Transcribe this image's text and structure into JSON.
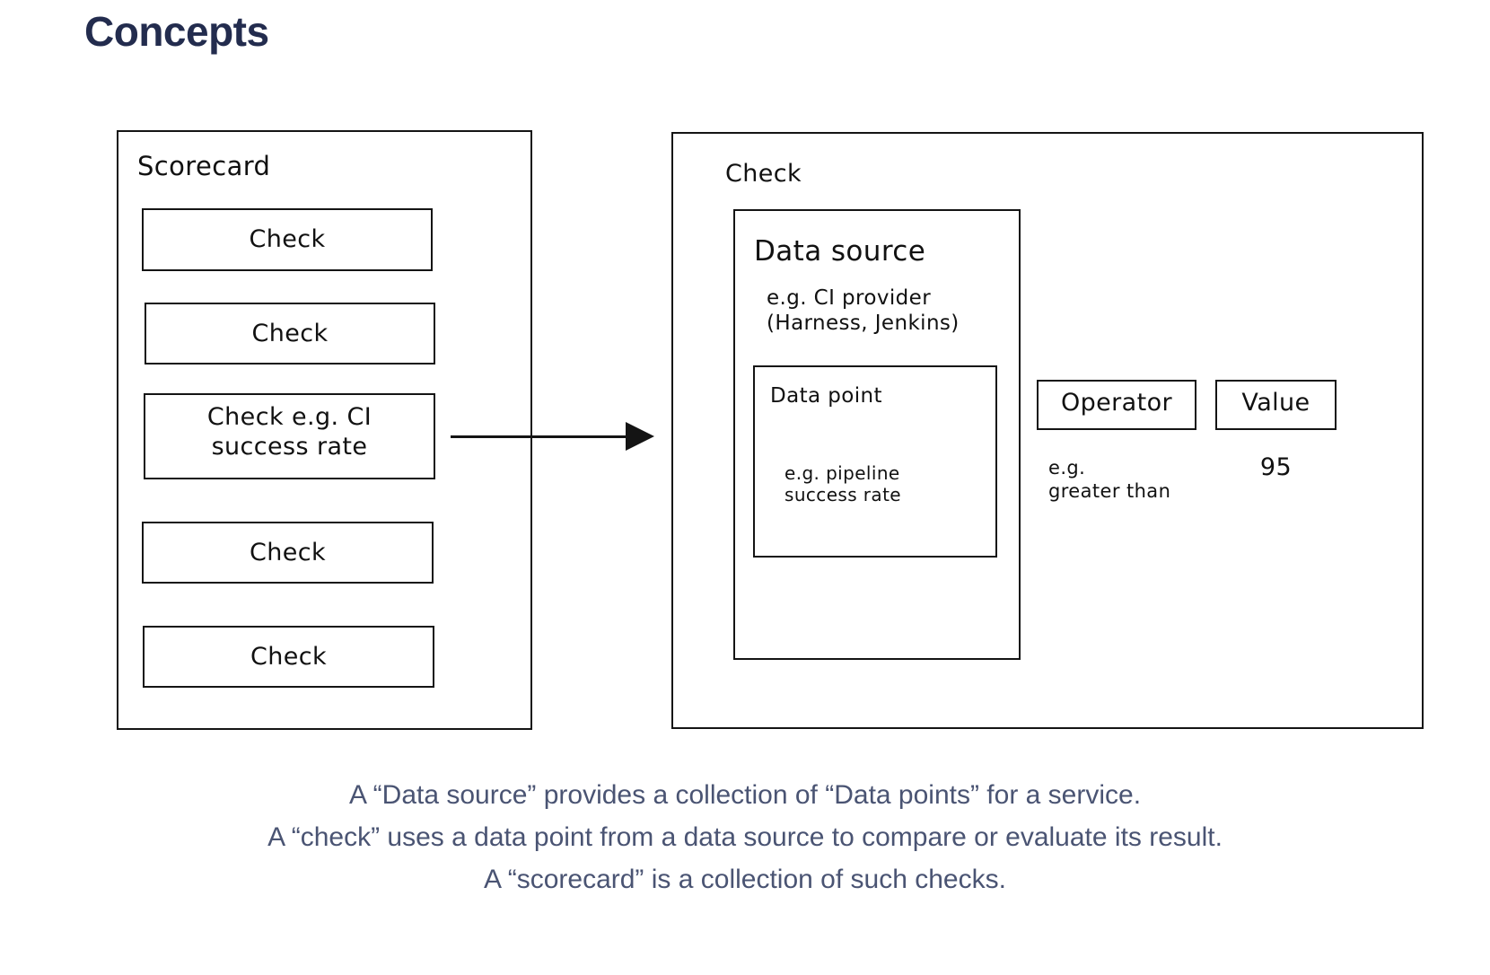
{
  "page": {
    "title": "Concepts",
    "title_color": "#232c4e",
    "background": "#ffffff",
    "stroke_color": "#141414",
    "caption_color": "#4a5473"
  },
  "scorecard_panel": {
    "title": "Scorecard",
    "checks": [
      {
        "label": "Check"
      },
      {
        "label": "Check"
      },
      {
        "label": "Check e.g. CI\nsuccess rate"
      },
      {
        "label": "Check"
      },
      {
        "label": "Check"
      }
    ]
  },
  "check_panel": {
    "title": "Check",
    "data_source": {
      "title": "Data source",
      "note": "e.g. CI provider\n(Harness, Jenkins)",
      "data_point": {
        "title": "Data point",
        "note": "e.g. pipeline\nsuccess rate"
      }
    },
    "operator": {
      "label": "Operator",
      "note": "e.g.\ngreater than"
    },
    "value": {
      "label": "Value",
      "note": "95"
    }
  },
  "connector": {
    "name": "arrow-scorecard-to-check",
    "direction": "right"
  },
  "caption": {
    "lines": [
      "A “Data source” provides a collection of “Data points” for a service.",
      "A “check” uses a data point from a data source to compare or evaluate its result.",
      "A “scorecard” is a collection of such checks."
    ]
  }
}
